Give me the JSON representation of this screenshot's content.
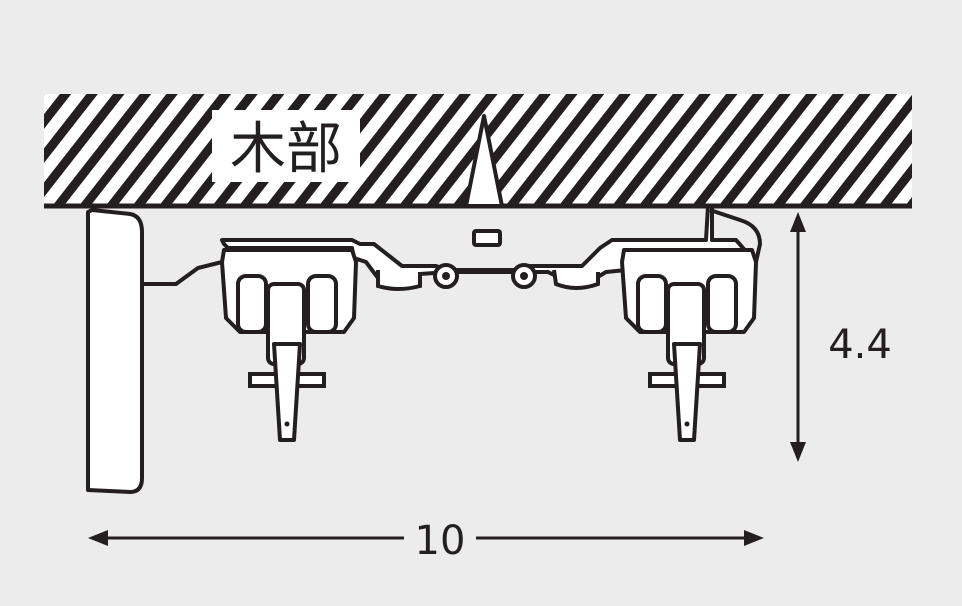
{
  "diagram": {
    "ceiling_label": "木部",
    "width_value": "10",
    "height_value": "4.4"
  },
  "colors": {
    "background": "#ececec",
    "line": "#231f20",
    "fill": "#ffffff"
  }
}
